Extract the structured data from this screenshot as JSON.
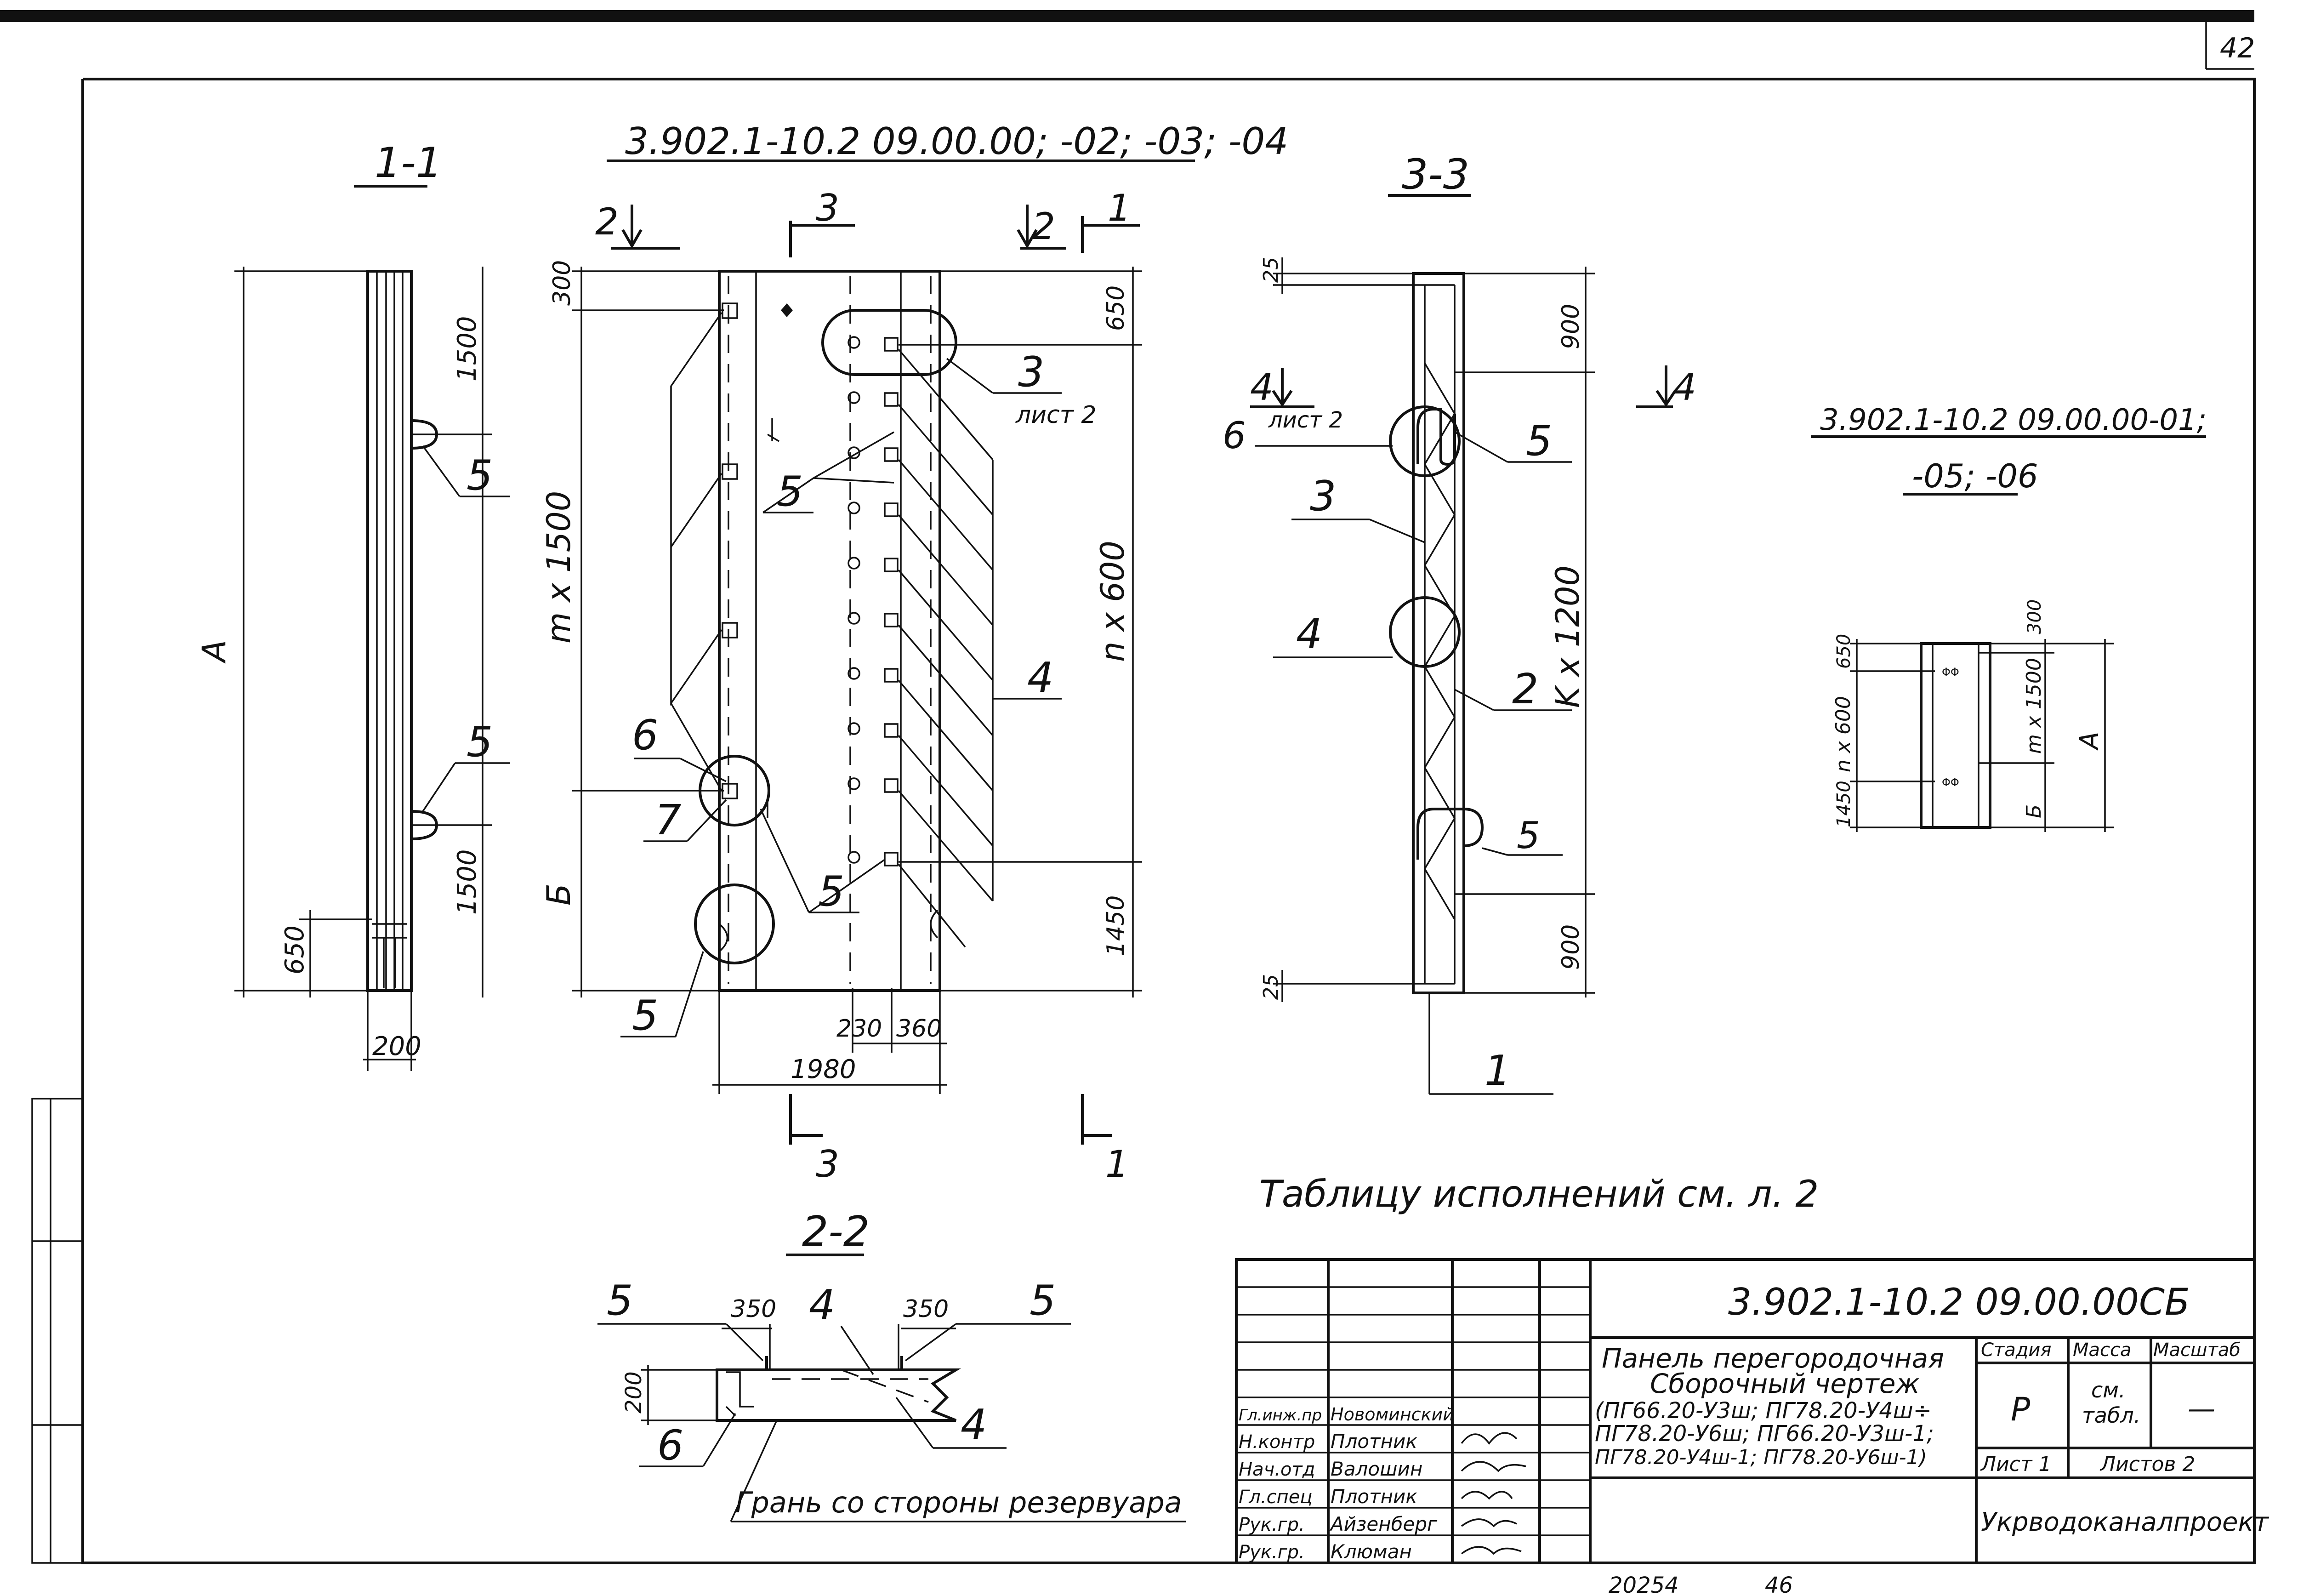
{
  "page_number": "42",
  "views": {
    "sec11": {
      "title": "1-1",
      "dim_a": "A",
      "dim_1500_top": "1500",
      "dim_1500_bot": "1500",
      "dim_650": "650",
      "dim_200": "200",
      "callout_5a": "5",
      "callout_5b": "5"
    },
    "front": {
      "title": "3.902.1-10.2 09.00.00; -02; -03; -04",
      "sec_2_left": "2",
      "sec_3_top": "3",
      "sec_2_right": "2",
      "sec_1_top": "1",
      "sec_3_bottom": "3",
      "sec_1_bottom": "1",
      "dim_300": "300",
      "dim_m1500": "m x 1500",
      "dim_b": "Б",
      "dim_650": "650",
      "dim_n600": "n x 600",
      "dim_1450": "1450",
      "dim_230": "230",
      "dim_360": "360",
      "dim_1980": "1980",
      "callout_3": "3",
      "callout_3_sheet": "лист 2",
      "callout_5_mid": "5",
      "callout_4": "4",
      "callout_6": "6",
      "callout_7": "7",
      "callout_5_low": "5",
      "callout_5_bottom": "5"
    },
    "sec33": {
      "title": "3-3",
      "dim_25_top": "25",
      "dim_900_top": "900",
      "dim_k1200": "K x 1200",
      "dim_900_bot": "900",
      "dim_25_bot": "25",
      "view4_left": "4",
      "view4_sheet": "лист 2",
      "view4_right": "4",
      "callout_6": "6",
      "callout_5_top": "5",
      "callout_3": "3",
      "callout_4": "4",
      "callout_2": "2",
      "callout_5_bot": "5",
      "callout_1": "1"
    },
    "small": {
      "title_line1": "3.902.1-10.2 09.00.00-01;",
      "title_line2": "-05; -06",
      "dim_650": "650",
      "dim_n600": "n x 600",
      "dim_1450": "1450",
      "dim_300": "300",
      "dim_m1500": "m x 1500",
      "dim_b": "Б",
      "dim_a": "A"
    },
    "sec22": {
      "title": "2-2",
      "dim_350_left": "350",
      "dim_350_right": "350",
      "dim_200": "200",
      "callout_5_left": "5",
      "callout_5_right": "5",
      "callout_4_top": "4",
      "callout_4_bot": "4",
      "callout_6": "6",
      "note_face": "Грань со стороны резервуара"
    }
  },
  "note_table": "Таблицу исполнений см. л. 2",
  "title_block": {
    "doc_code": "3.902.1-10.2 09.00.00СБ",
    "name_line1": "Панель перегородочная",
    "name_line2": "Сборочный чертеж",
    "name_line3": "(ПГ66.20-У3ш; ПГ78.20-У4ш÷",
    "name_line4": "ПГ78.20-У6ш; ПГ66.20-У3ш-1;",
    "name_line5": "ПГ78.20-У4ш-1; ПГ78.20-У6ш-1)",
    "hdr_stage": "Стадия",
    "hdr_mass": "Масса",
    "hdr_scale": "Масштаб",
    "val_stage": "Р",
    "val_mass_1": "см.",
    "val_mass_2": "табл.",
    "val_scale": "—",
    "sheet": "Лист 1",
    "sheets": "Листов 2",
    "org": "Укрводоканалпроект",
    "signatures": [
      {
        "role": "Гл.инж.пр",
        "name": "Новоминский"
      },
      {
        "role": "Н.контр",
        "name": "Плотник"
      },
      {
        "role": "Нач.отд",
        "name": "Валошин"
      },
      {
        "role": "Гл.спец",
        "name": "Плотник"
      },
      {
        "role": "Рук.гр.",
        "name": "Айзенберг"
      },
      {
        "role": "Рук.гр.",
        "name": "Клюман"
      }
    ]
  },
  "footer_number_1": "20254",
  "footer_number_2": "46"
}
